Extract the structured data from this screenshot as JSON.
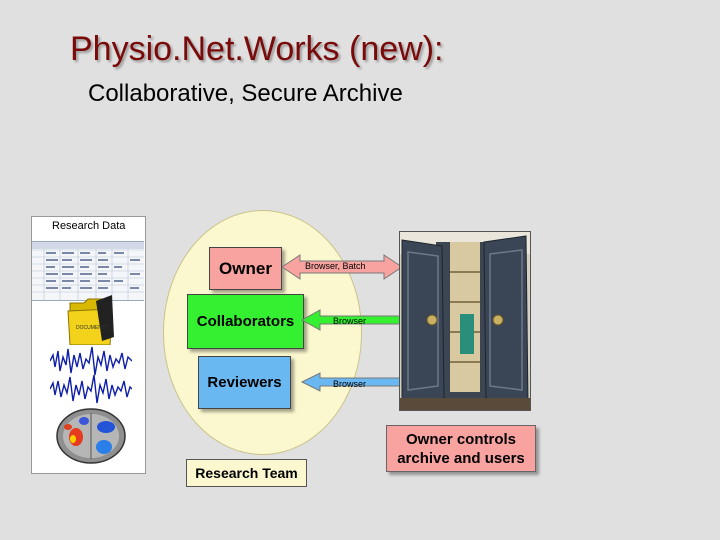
{
  "slide": {
    "title": "Physio.Net.Works (new):",
    "subtitle": "Collaborative, Secure Archive"
  },
  "data_panel": {
    "title": "Research Data",
    "folder_label": "DOCUMENTS"
  },
  "roles": {
    "owner": "Owner",
    "collaborators": "Collaborators",
    "reviewers": "Reviewers",
    "team": "Research Team"
  },
  "access": {
    "owner": "Browser, Batch",
    "collaborators": "Browser",
    "reviewers": "Browser"
  },
  "controls": {
    "line1": "Owner controls",
    "line2": "archive and users"
  },
  "colors": {
    "title": "#7a0a0a",
    "owner": "#f8a3a0",
    "collaborators": "#35f030",
    "reviewers": "#69b8f2",
    "team_bg": "#fbf8cf"
  }
}
